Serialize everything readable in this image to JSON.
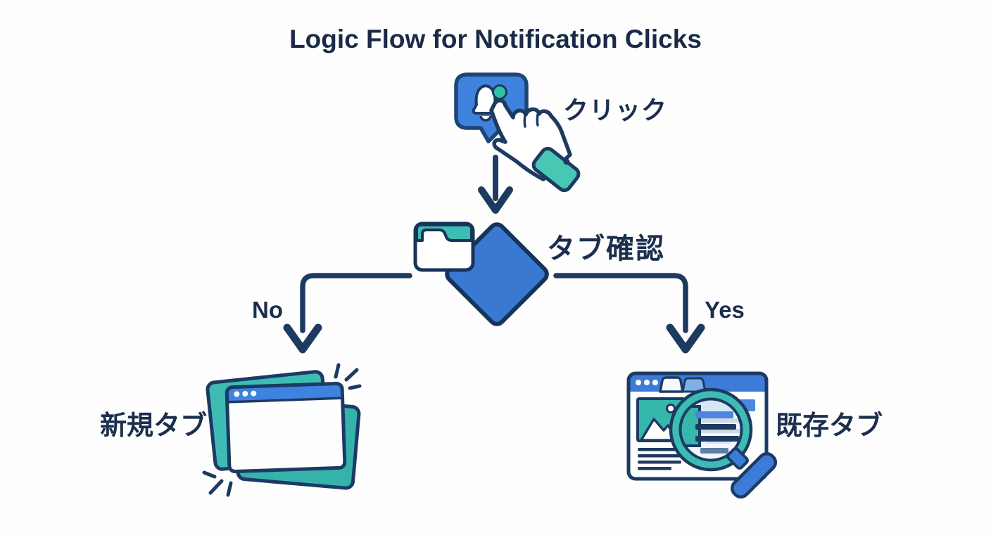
{
  "title": "Logic Flow for Notification Clicks",
  "flow": {
    "start": {
      "label": "クリック",
      "icon": "notification-bell-click-icon"
    },
    "decision": {
      "label": "タブ確認",
      "icon": "browser-tab-folder-icon"
    },
    "branches": {
      "no": {
        "label": "No",
        "result": {
          "label": "新規タブ",
          "icon": "new-browser-windows-icon"
        }
      },
      "yes": {
        "label": "Yes",
        "result": {
          "label": "既存タブ",
          "icon": "browser-magnifier-icon"
        }
      }
    }
  },
  "colors": {
    "text_navy": "#1b2e4d",
    "outline_navy": "#1d3a61",
    "primary_blue": "#3c7ed8",
    "diamond_blue": "#3a79d2",
    "teal": "#3ebcb3",
    "teal_dark": "#35b3aa",
    "green_dot": "#2ec4a4",
    "cuff_teal": "#49c7b5",
    "light_blue_tab": "#7fb0e8",
    "muted_line_blue": "#5b7fa6",
    "background": "#fefefe"
  }
}
